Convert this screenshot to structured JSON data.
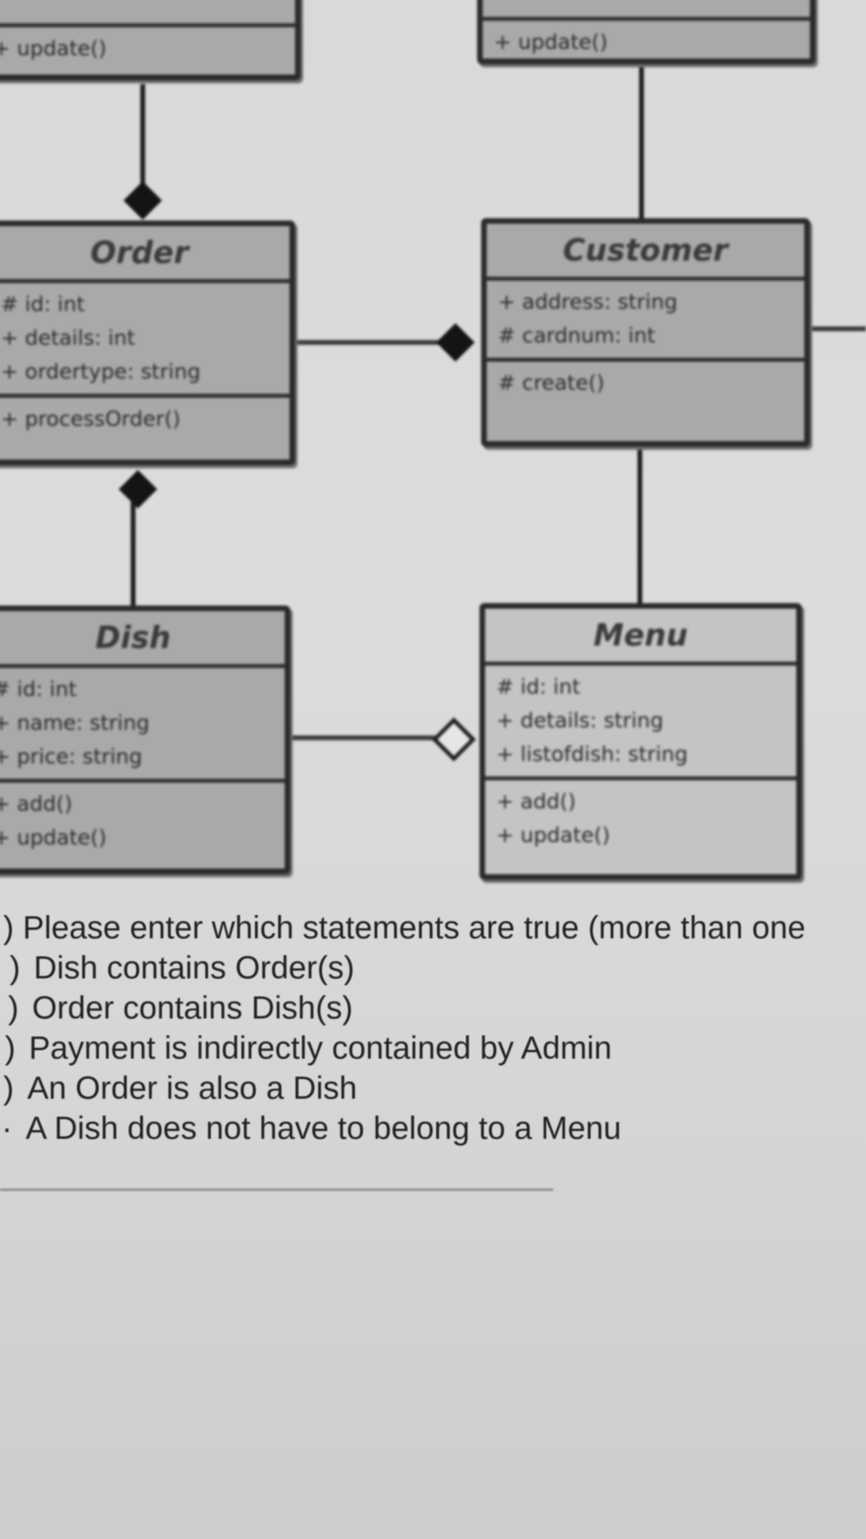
{
  "diagram": {
    "classes": {
      "order": {
        "name": "Order",
        "attributes": [
          "# id: int",
          "+ details: int",
          "+ ordertype: string"
        ],
        "methods": [
          "+ processOrder()"
        ]
      },
      "customer": {
        "name": "Customer",
        "attributes": [
          "+ address: string",
          "# cardnum: int"
        ],
        "methods": [
          "# create()"
        ]
      },
      "dish": {
        "name": "Dish",
        "attributes": [
          "# id: int",
          "+ name: string",
          "+ price: string"
        ],
        "methods": [
          "+ add()",
          "+ update()"
        ]
      },
      "menu": {
        "name": "Menu",
        "attributes": [
          "# id: int",
          "+ details: string",
          "+ listofdish: string"
        ],
        "methods": [
          "+ add()",
          "+ update()"
        ]
      },
      "top_left": {
        "methods": [
          "+ update()"
        ]
      },
      "top_right": {
        "methods": [
          "+ update()"
        ]
      }
    }
  },
  "question": {
    "prompt": ") Please enter which statements are true (more than one",
    "options": [
      {
        "mark": ")",
        "text": "Dish contains Order(s)"
      },
      {
        "mark": ")",
        "text": "Order contains Dish(s)"
      },
      {
        "mark": ")",
        "text": "Payment is indirectly contained by Admin"
      },
      {
        "mark": ")",
        "text": "An Order is also a Dish"
      },
      {
        "mark": "·",
        "text": "A Dish does not have to belong to a Menu"
      }
    ]
  }
}
